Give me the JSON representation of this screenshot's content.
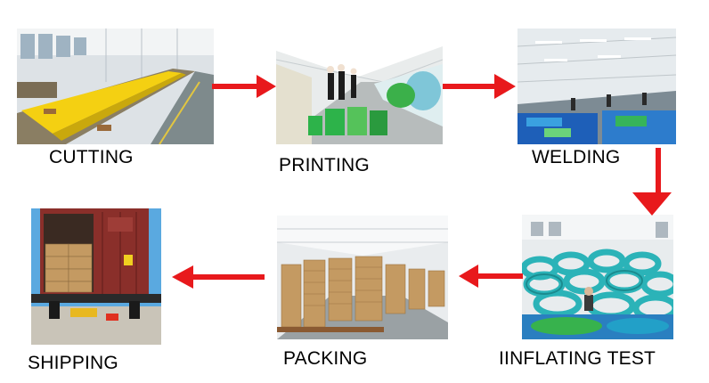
{
  "steps": [
    {
      "label": "CUTTING",
      "scene": "cutting-photo"
    },
    {
      "label": "PRINTING",
      "scene": "printing-photo"
    },
    {
      "label": "WELDING",
      "scene": "welding-photo"
    },
    {
      "label": "IINFLATING TEST",
      "scene": "inflating-photo"
    },
    {
      "label": "PACKING",
      "scene": "packing-photo"
    },
    {
      "label": "SHIPPING",
      "scene": "shipping-photo"
    }
  ],
  "colors": {
    "arrow": "#e8191c",
    "cutting_table": "#f4d012",
    "printing_green": "#2db34a",
    "welding_blue": "#1e5fb8",
    "inflating_teal": "#2bb3b8",
    "carton": "#c49a62",
    "container": "#8a2f2a"
  }
}
